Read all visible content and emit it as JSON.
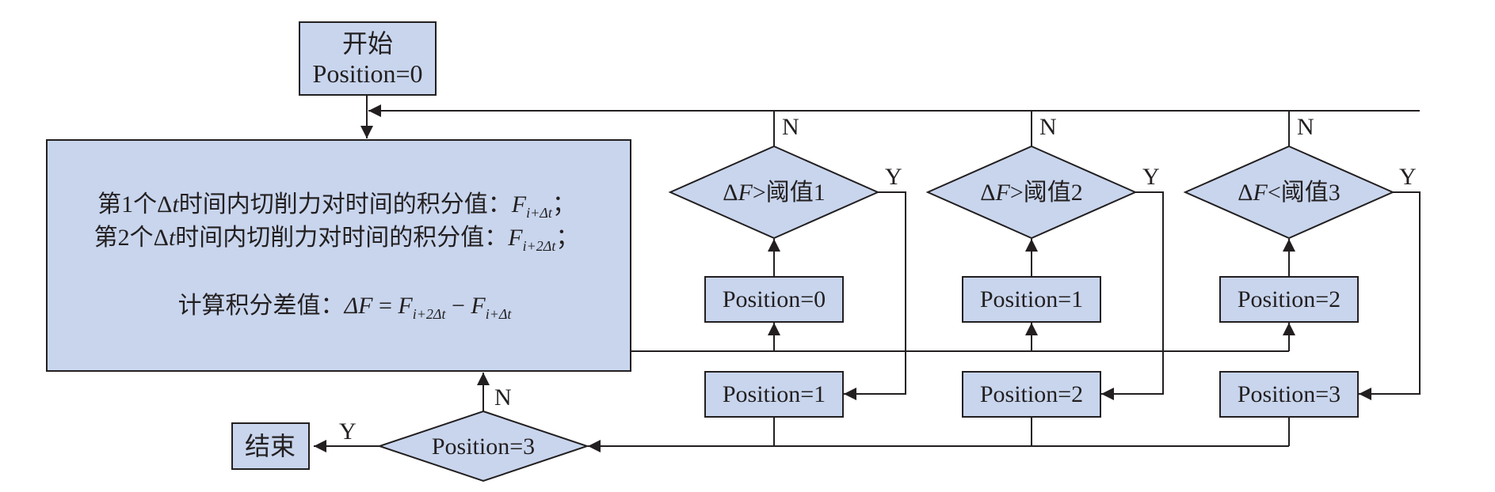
{
  "nodes": {
    "start": {
      "line1": "开始",
      "line2": "Position=0"
    },
    "calc": {
      "line1": {
        "prefix": "第1个",
        "delta": "Δ",
        "t": "t",
        "text": "时间内切削力对时间的积分值：",
        "F": "F",
        "sub": "i+Δt",
        "end": "；"
      },
      "line2": {
        "prefix": "第2个",
        "delta": "Δ",
        "t": "t",
        "text": "时间内切削力对时间的积分值：",
        "F": "F",
        "sub": "i+2Δt",
        "end": "；"
      },
      "line3": {
        "prefix": "计算积分差值：",
        "dF": "ΔF",
        "eq": " = ",
        "F1": "F",
        "sub1": "i+2Δt",
        "minus": " − ",
        "F2": "F",
        "sub2": "i+Δt"
      }
    },
    "cond1": {
      "delta": "Δ",
      "F": "F",
      "rest": ">阈值1"
    },
    "cond2": {
      "delta": "Δ",
      "F": "F",
      "rest": ">阈值2"
    },
    "cond3": {
      "delta": "Δ",
      "F": "F",
      "rest": "<阈值3"
    },
    "pos_check1": "Position=0",
    "pos_check2": "Position=1",
    "pos_check3": "Position=2",
    "pos_set1": "Position=1",
    "pos_set2": "Position=2",
    "pos_set3": "Position=3",
    "final_check": "Position=3",
    "end": "结束"
  },
  "edge_labels": {
    "cond1_no": "N",
    "cond2_no": "N",
    "cond3_no": "N",
    "cond1_yes": "Y",
    "cond2_yes": "Y",
    "cond3_yes": "Y",
    "final_no": "N",
    "final_yes": "Y"
  },
  "colors": {
    "node_fill": "#c8d5ed",
    "line": "#231f20"
  }
}
